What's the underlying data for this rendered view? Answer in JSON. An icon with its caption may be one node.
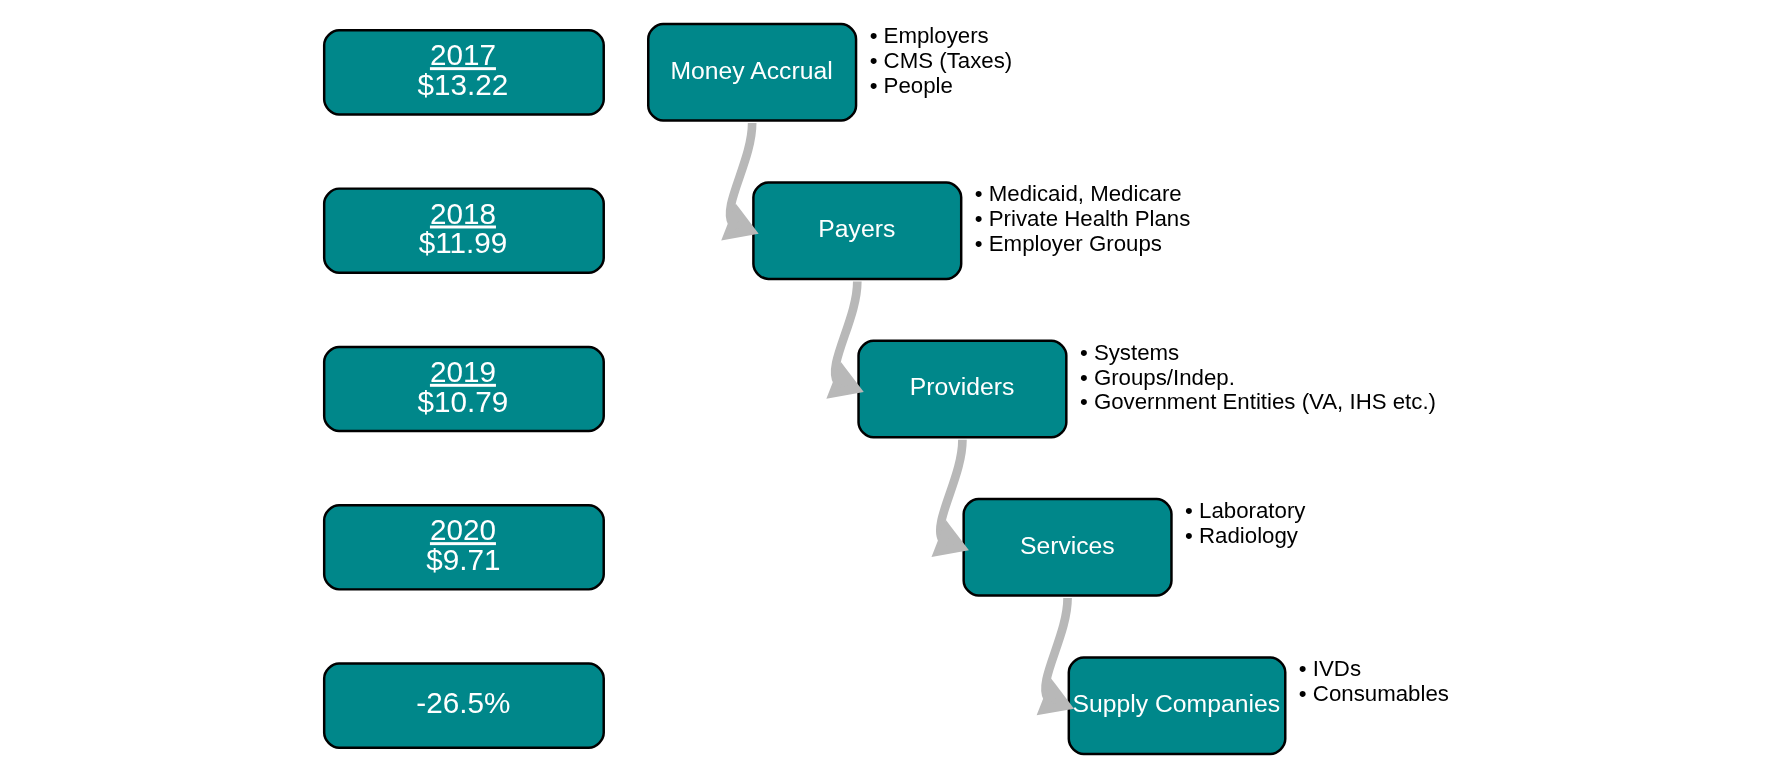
{
  "diagram": {
    "nodes": [
      {
        "text": [
          "2017",
          "$13.22"
        ]
      },
      {
        "text": [
          "2018",
          "$11.99"
        ]
      },
      {
        "text": [
          "2019",
          "$10.79"
        ]
      },
      {
        "text": [
          "2020",
          "$9.71"
        ]
      },
      {
        "text": [
          "-26.5%"
        ]
      },
      {
        "text": [
          "Money Accrual"
        ],
        "beside": [
          "• Employers",
          "• CMS (Taxes)",
          "• People"
        ]
      },
      {
        "text": [
          "Payers"
        ],
        "beside": [
          "• Medicaid, Medicare",
          "• Private Health Plans",
          "• Employer Groups"
        ]
      },
      {
        "text": [
          "Providers"
        ],
        "beside": [
          "• Systems",
          "• Groups/Indep.",
          "• Government Entities (VA, IHS etc.)"
        ]
      },
      {
        "text": [
          "Services"
        ],
        "beside": [
          "• Laboratory",
          "• Radiology"
        ]
      },
      {
        "text": [
          "Supply Companies"
        ],
        "beside": [
          "• IVDs",
          "• Consumables"
        ]
      }
    ],
    "edges": [
      {
        "from": 5,
        "to": 6,
        "arrow": "to"
      },
      {
        "from": 6,
        "to": 7,
        "arrow": "to"
      },
      {
        "from": 7,
        "to": 8,
        "arrow": "to"
      },
      {
        "from": 8,
        "to": 9,
        "arrow": "to"
      }
    ]
  }
}
